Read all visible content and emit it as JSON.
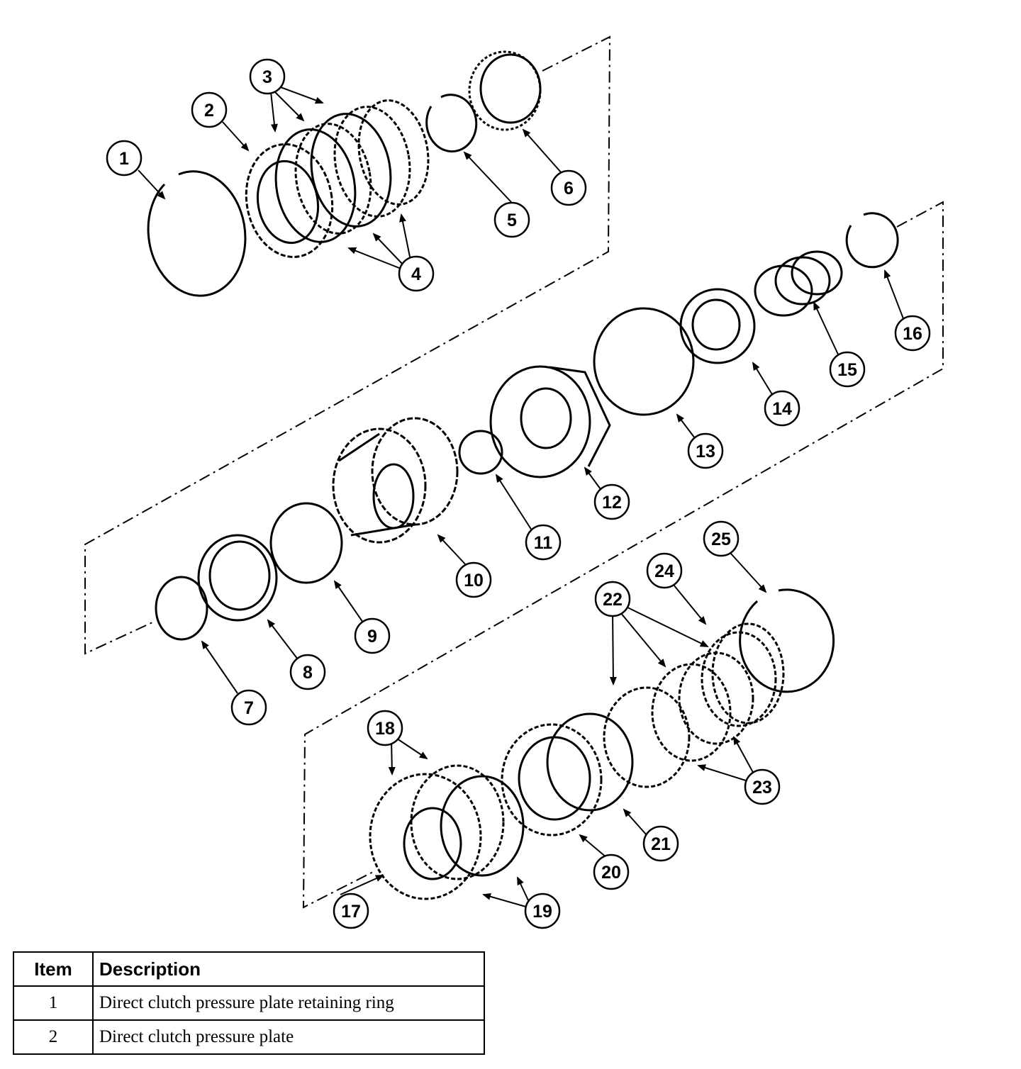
{
  "callouts": [
    "1",
    "2",
    "3",
    "4",
    "5",
    "6",
    "7",
    "8",
    "9",
    "10",
    "11",
    "12",
    "13",
    "14",
    "15",
    "16",
    "17",
    "18",
    "19",
    "20",
    "21",
    "22",
    "23",
    "24",
    "25"
  ],
  "table": {
    "headers": [
      "Item",
      "Description"
    ],
    "rows": [
      {
        "item": "1",
        "description": "Direct clutch pressure plate retaining ring"
      },
      {
        "item": "2",
        "description": "Direct clutch pressure plate"
      }
    ]
  }
}
